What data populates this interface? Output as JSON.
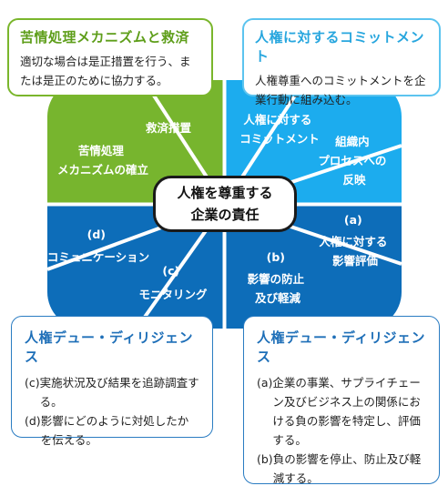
{
  "colors": {
    "green": "#77b52e",
    "cyan": "#1cacee",
    "blue": "#0d6db9",
    "dark_blue": "#1a5ea8",
    "green_box_border": "#7ab62c",
    "cyan_box_border": "#5cc4ef",
    "blue_box_border": "#2a7cc2",
    "green_title": "#5e9e1a",
    "cyan_title": "#27a6de",
    "blue_title": "#1e6fb8"
  },
  "center": {
    "line1": "人権を尊重する",
    "line2": "企業の責任"
  },
  "segments": {
    "remedy": "救済措置",
    "grievance": [
      "苦情処理",
      "メカニズムの確立"
    ],
    "commitment": [
      "人権に対する",
      "コミットメント"
    ],
    "integration": [
      "組織内",
      "プロセスへの",
      "反映"
    ],
    "assess": [
      "(a)",
      "人権に対する",
      "影響評価"
    ],
    "prevent": [
      "(b)",
      "影響の防止",
      "及び軽減"
    ],
    "monitor": [
      "(c)",
      "モニタリング"
    ],
    "communicate": [
      "(d)",
      "コミュニケーション"
    ]
  },
  "box_tl": {
    "title": "苦情処理メカニズムと救済",
    "body": "適切な場合は是正措置を行う、または是正のために協力する。"
  },
  "box_tr": {
    "title": "人権に対するコミットメント",
    "body": "人権尊重へのコミットメントを企業行動に組み込む。"
  },
  "box_bl": {
    "title": "人権デュー・ディリジェンス",
    "items": [
      {
        "marker": "(c)",
        "text": "実施状況及び結果を追跡調査する。"
      },
      {
        "marker": "(d)",
        "text": "影響にどのように対処したかを伝える。"
      }
    ]
  },
  "box_br": {
    "title": "人権デュー・ディリジェンス",
    "items": [
      {
        "marker": "(a)",
        "text": "企業の事業、サプライチェーン及びビジネス上の関係における負の影響を特定し、評価する。"
      },
      {
        "marker": "(b)",
        "text": "負の影響を停止、防止及び軽減する。"
      }
    ]
  }
}
